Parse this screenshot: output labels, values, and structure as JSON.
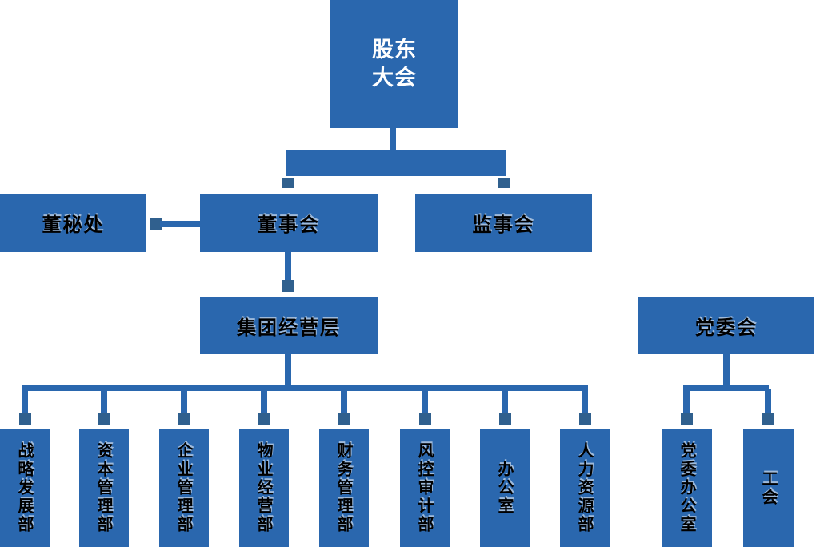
{
  "colors": {
    "primary": "#2a67ae",
    "connector_square": "#30608e",
    "text_dark": "#000000",
    "text_light": "#ffffff",
    "background": "#ffffff"
  },
  "org_chart": {
    "root": {
      "label": "股东大会"
    },
    "level2": {
      "board_secretary_office": {
        "label": "董秘处"
      },
      "board_of_directors": {
        "label": "董事会"
      },
      "supervisory_board": {
        "label": "监事会"
      }
    },
    "level3": {
      "group_management": {
        "label": "集团经营层"
      },
      "party_committee": {
        "label": "党委会"
      }
    },
    "departments": [
      {
        "label": "战略发展部"
      },
      {
        "label": "资本管理部"
      },
      {
        "label": "企业管理部"
      },
      {
        "label": "物业经营部"
      },
      {
        "label": "财务管理部"
      },
      {
        "label": "风控审计部"
      },
      {
        "label": "办公室"
      },
      {
        "label": "人力资源部"
      }
    ],
    "party_departments": [
      {
        "label": "党委办公室"
      },
      {
        "label": "工会"
      }
    ]
  }
}
